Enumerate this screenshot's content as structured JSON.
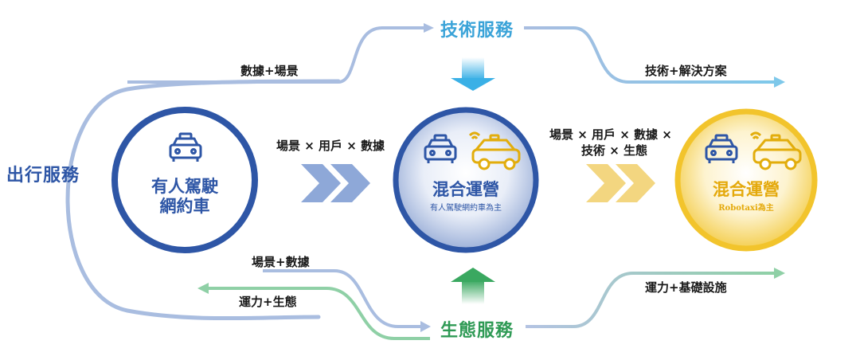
{
  "services": {
    "mobility": "出行服務",
    "tech": "技術服務",
    "ecosystem": "生態服務"
  },
  "flows": {
    "top_left": "數據+場景",
    "top_right": "技術+解決方案",
    "mid_left": "場景 × 用戶 × 數據",
    "mid_right_line1": "場景 × 用戶  × 數據 ×",
    "mid_right_line2": "技術 × 生態",
    "bottom_left_upper": "場景+數據",
    "bottom_left_lower": "運力+生態",
    "bottom_right": "運力+基礎設施"
  },
  "circles": {
    "left": {
      "title_line1": "有人駕駛",
      "title_line2": "網約車"
    },
    "middle": {
      "title": "混合運營",
      "subtitle": "有人駕駛網約車為主"
    },
    "right": {
      "title": "混合運營",
      "subtitle": "Robotaxi為主"
    }
  },
  "colors": {
    "dark_blue": "#2e56a6",
    "light_blue": "#7ec8ea",
    "pale_blue": "#a9bde0",
    "green": "#8fd0a6",
    "gold": "#f2c42c",
    "tech_text": "#3aa3d8",
    "eco_text": "#2f9a55",
    "mobility_text": "#2e56a6"
  },
  "icons": [
    "taxi-icon",
    "robotaxi-icon",
    "chevron-right-icon",
    "arrow-down-icon",
    "arrow-up-icon"
  ]
}
